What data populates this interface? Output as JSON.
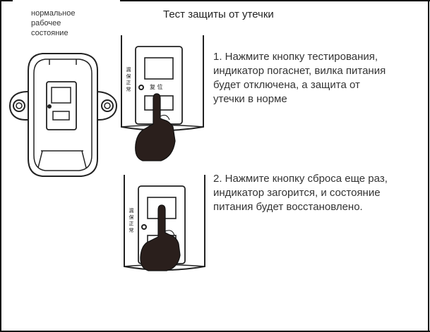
{
  "normal_state": {
    "lines": [
      "нормальное",
      "рабочее",
      "состояние"
    ]
  },
  "title": "Тест защиты от утечки",
  "step1": {
    "lines": [
      "1. Нажмите кнопку тестирования,",
      "индикатор погаснет, вилка питания",
      "будет отключена, а защита от",
      "утечки в норме"
    ]
  },
  "step2": {
    "lines": [
      "2. Нажмите кнопку сброса еще раз,",
      "индикатор загорится, и состояние",
      "питания будет восстановлено."
    ]
  },
  "device_labels": {
    "test_button_glyphs": "复 位",
    "side_glyphs": "漏 保 正 常"
  },
  "colors": {
    "line": "#222222",
    "hand": "#2a1f1c",
    "text": "#333333"
  }
}
